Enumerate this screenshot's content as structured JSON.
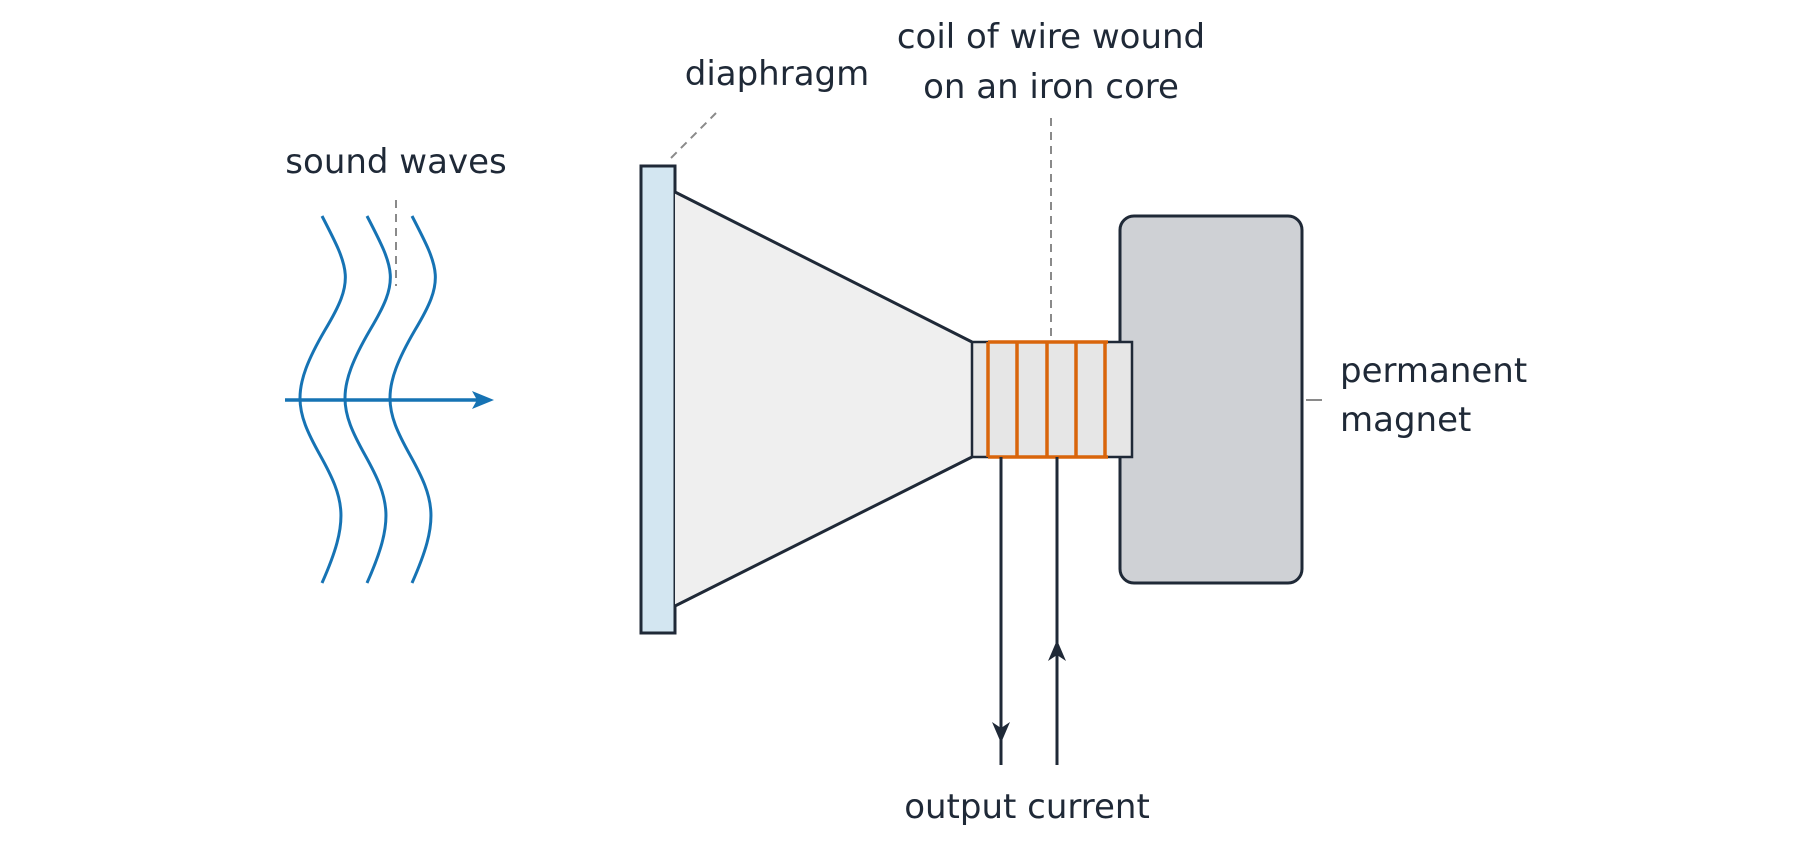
{
  "labels": {
    "sound_waves": "sound waves",
    "diaphragm": "diaphragm",
    "coil_line1": "coil of wire wound",
    "coil_line2": "on an iron core",
    "magnet_line1": "permanent",
    "magnet_line2": "magnet",
    "output_current": "output current"
  },
  "colors": {
    "wave": "#1673b4",
    "outline": "#1f2937",
    "diaphragm_fill": "#d3e6f1",
    "cone_fill": "#efefef",
    "core_fill": "#e6e6e6",
    "coil": "#d9650b",
    "magnet_fill": "#cfd1d5",
    "leader": "#8a8a8a"
  },
  "icons": {
    "wave_arrow": "arrow-right-icon",
    "current_out": "arrow-down-icon",
    "current_in": "arrow-up-icon"
  }
}
